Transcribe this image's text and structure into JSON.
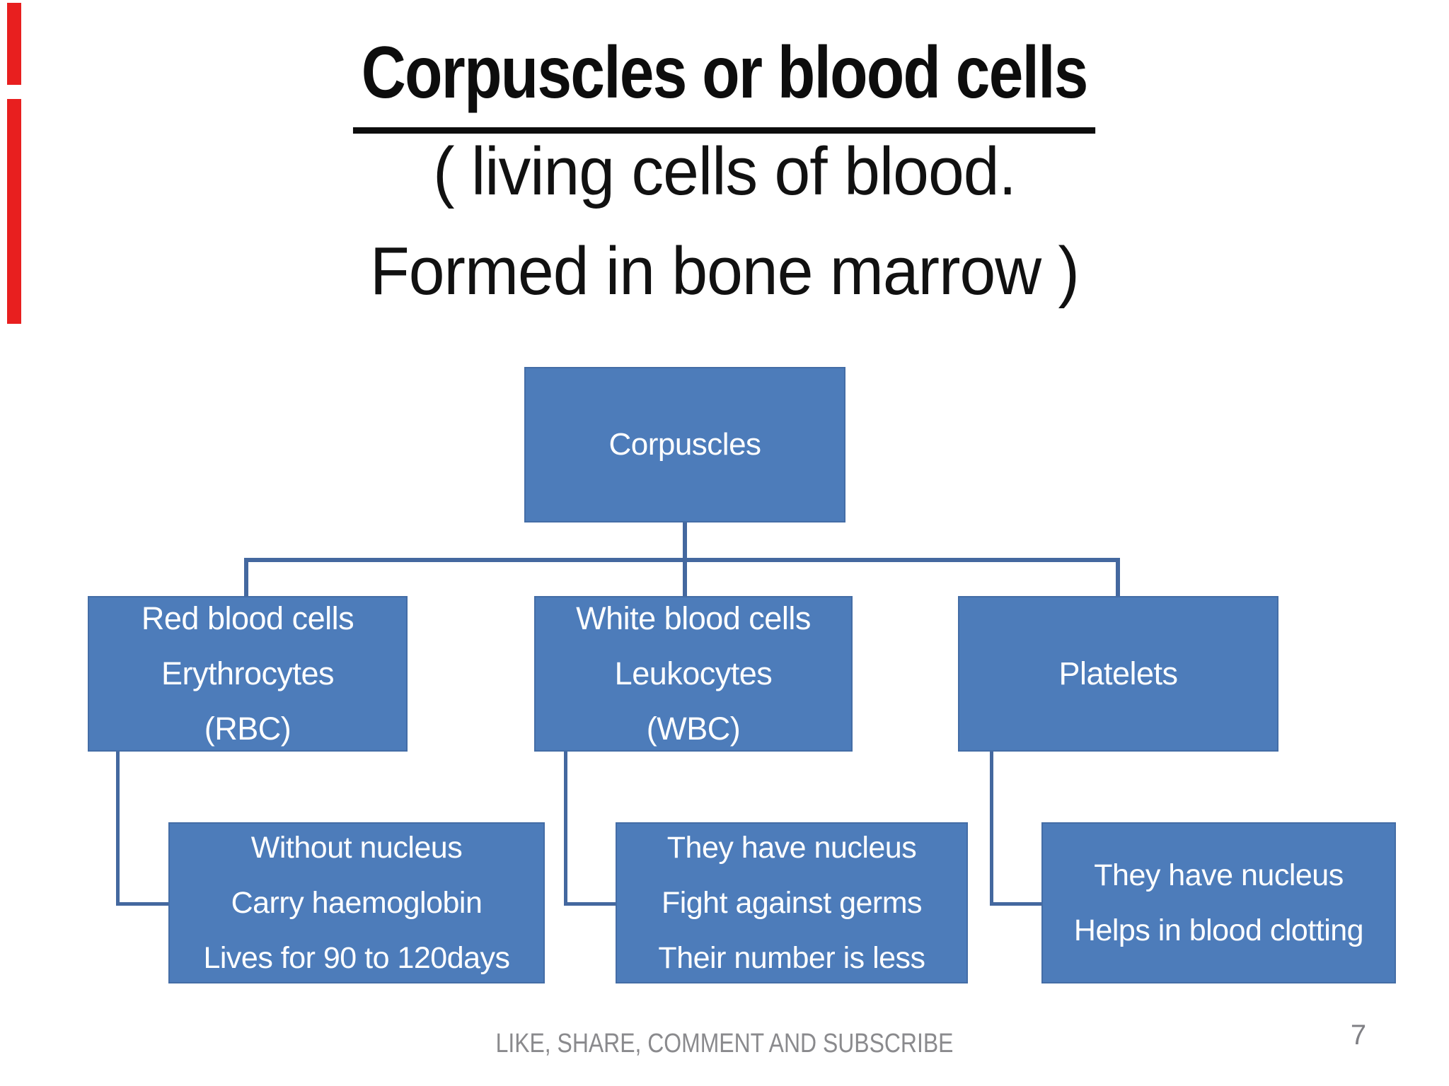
{
  "slide": {
    "title": "Corpuscles or blood cells",
    "subtitle_line1": "( living cells of blood.",
    "subtitle_line2": "Formed in bone marrow )",
    "footer": "LIKE, SHARE, COMMENT AND SUBSCRIBE",
    "page_number": "7"
  },
  "colors": {
    "node_fill_blue": "#4d7cba",
    "connector_blue": "#44689f",
    "title_black": "#0d0d0d",
    "node_text_white": "#ffffff",
    "footer_gray": "#8a8a8d",
    "left_edge_marker_red": "#e81f1f",
    "background": "#ffffff"
  },
  "diagram": {
    "root": {
      "label": "Corpuscles"
    },
    "level2": [
      {
        "id": "rbc",
        "lines": [
          "Red blood cells",
          "Erythrocytes",
          "(RBC)"
        ]
      },
      {
        "id": "wbc",
        "lines": [
          "White blood cells",
          "Leukocytes",
          "(WBC)"
        ]
      },
      {
        "id": "platelets",
        "lines": [
          "Platelets"
        ]
      }
    ],
    "level3": [
      {
        "id": "rbc-details",
        "lines": [
          "Without nucleus",
          "Carry haemoglobin",
          "Lives for 90 to 120days"
        ]
      },
      {
        "id": "wbc-details",
        "lines": [
          "They have nucleus",
          "Fight against germs",
          "Their number is less"
        ]
      },
      {
        "id": "platelets-details",
        "lines": [
          "They have nucleus",
          "Helps in blood clotting"
        ]
      }
    ]
  }
}
